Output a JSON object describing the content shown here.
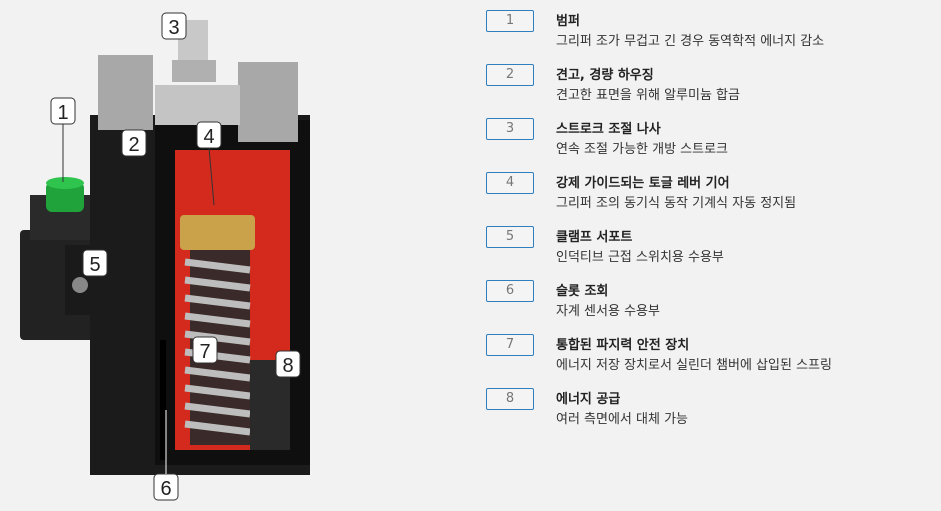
{
  "illustration": {
    "callouts": [
      "1",
      "2",
      "3",
      "4",
      "5",
      "6",
      "7",
      "8"
    ]
  },
  "legend": [
    {
      "number": "1",
      "title": "범퍼",
      "description": "그리퍼 조가 무겁고 긴 경우 동역학적 에너지 감소"
    },
    {
      "number": "2",
      "title": "견고, 경량 하우징",
      "description": "견고한 표면을 위해 알루미늄 합금"
    },
    {
      "number": "3",
      "title": "스트로크 조절 나사",
      "description": "연속 조절 가능한 개방 스트로크"
    },
    {
      "number": "4",
      "title": "강제 가이드되는 토글 레버 기어",
      "description": "그리퍼 조의 동기식 동작 기계식 자동 정지됨"
    },
    {
      "number": "5",
      "title": "클램프 서포트",
      "description": "인덕티브 근접 스위치용 수용부"
    },
    {
      "number": "6",
      "title": "슬롯 조회",
      "description": "자계 센서용 수용부"
    },
    {
      "number": "7",
      "title": "통합된 파지력 안전 장치",
      "description": "에너지 저장 장치로서 실린더 챔버에 삽입된 스프링"
    },
    {
      "number": "8",
      "title": "에너지 공급",
      "description": "여러 측면에서 대체 가능"
    }
  ],
  "colors": {
    "accent": "#2f7fbf",
    "housing": "#1b1b1b",
    "cutaway": "#d42a1e",
    "bumper": "#1fa33a"
  }
}
